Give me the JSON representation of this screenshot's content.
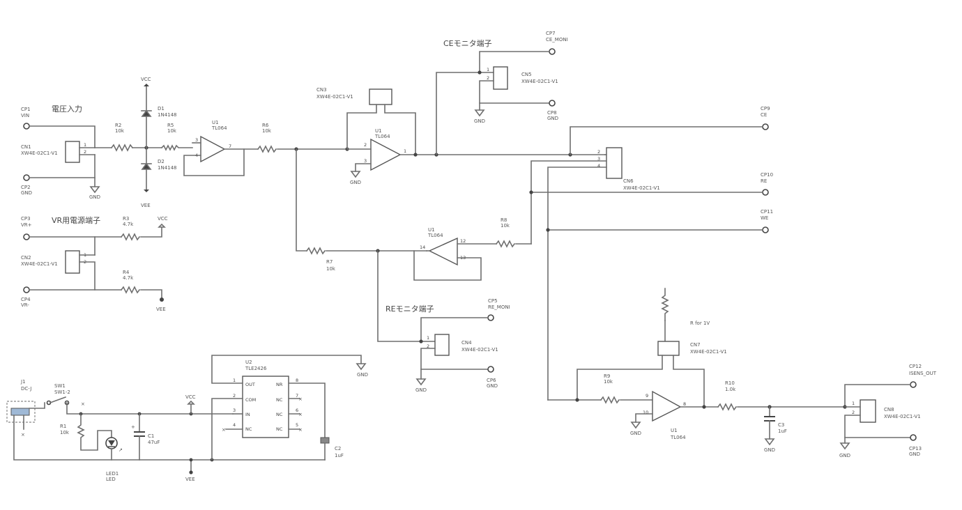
{
  "headings": {
    "voltage_input": "電圧入力",
    "vr_supply": "VR用電源端子",
    "ce_monitor": "CEモニタ端子",
    "re_monitor": "REモニタ端子",
    "r_for_1v": "R for 1V"
  },
  "testpoints": {
    "cp1": {
      "ref": "CP1",
      "net": "VIN"
    },
    "cp2": {
      "ref": "CP2",
      "net": "GND"
    },
    "cp3": {
      "ref": "CP3",
      "net": "VR+"
    },
    "cp4": {
      "ref": "CP4",
      "net": "VR-"
    },
    "cp5": {
      "ref": "CP5",
      "net": "RE_MONI"
    },
    "cp6": {
      "ref": "CP6",
      "net": "GND"
    },
    "cp7": {
      "ref": "CP7",
      "net": "CE_MONI"
    },
    "cp8": {
      "ref": "CP8",
      "net": "GND"
    },
    "cp9": {
      "ref": "CP9",
      "net": "CE"
    },
    "cp10": {
      "ref": "CP10",
      "net": "RE"
    },
    "cp11": {
      "ref": "CP11",
      "net": "WE"
    },
    "cp12": {
      "ref": "CP12",
      "net": "ISENS_OUT"
    },
    "cp13": {
      "ref": "CP13",
      "net": "GND"
    }
  },
  "connectors": {
    "cn1": {
      "ref": "CN1",
      "part": "XW4E-02C1-V1"
    },
    "cn2": {
      "ref": "CN2",
      "part": "XW4E-02C1-V1"
    },
    "cn3": {
      "ref": "CN3",
      "part": "XW4E-02C1-V1"
    },
    "cn4": {
      "ref": "CN4",
      "part": "XW4E-02C1-V1"
    },
    "cn5": {
      "ref": "CN5",
      "part": "XW4E-02C1-V1"
    },
    "cn6": {
      "ref": "CN6",
      "part": "XW4E-02C1-V1"
    },
    "cn7": {
      "ref": "CN7",
      "part": "XW4E-02C1-V1"
    },
    "cn8": {
      "ref": "CN8",
      "part": "XW4E-02C1-V1"
    }
  },
  "resistors": {
    "r1": {
      "ref": "R1",
      "value": "10k"
    },
    "r2": {
      "ref": "R2",
      "value": "10k"
    },
    "r3": {
      "ref": "R3",
      "value": "4.7k"
    },
    "r4": {
      "ref": "R4",
      "value": "4.7k"
    },
    "r5": {
      "ref": "R5",
      "value": "10k"
    },
    "r6": {
      "ref": "R6",
      "value": "10k"
    },
    "r7": {
      "ref": "R7",
      "value": "10k"
    },
    "r8": {
      "ref": "R8",
      "value": "10k"
    },
    "r9": {
      "ref": "R9",
      "value": "10k"
    },
    "r10": {
      "ref": "R10",
      "value": "1.0k"
    }
  },
  "diodes": {
    "d1": {
      "ref": "D1",
      "part": "1N4148"
    },
    "d2": {
      "ref": "D2",
      "part": "1N4148"
    }
  },
  "opamps": {
    "u1a": {
      "ref": "U1",
      "part": "TL064"
    },
    "u1b": {
      "ref": "U1",
      "part": "TL064"
    },
    "u1c": {
      "ref": "U1",
      "part": "TL064"
    },
    "u1d": {
      "ref": "U1",
      "part": "TL064"
    }
  },
  "u2": {
    "ref": "U2",
    "part": "TLE2426",
    "pins_left": [
      {
        "num": "1",
        "name": "OUT"
      },
      {
        "num": "2",
        "name": "COM"
      },
      {
        "num": "3",
        "name": "IN"
      },
      {
        "num": "4",
        "name": "NC"
      }
    ],
    "pins_right": [
      {
        "num": "8",
        "name": "NR"
      },
      {
        "num": "7",
        "name": "NC"
      },
      {
        "num": "6",
        "name": "NC"
      },
      {
        "num": "5",
        "name": "NC"
      }
    ]
  },
  "caps": {
    "c1": {
      "ref": "C1",
      "value": "47uF"
    },
    "c2": {
      "ref": "C2",
      "value": "1uF"
    },
    "c3": {
      "ref": "C3",
      "value": "1uF"
    }
  },
  "misc": {
    "j1": {
      "ref": "J1",
      "part": "DC-J"
    },
    "sw1": {
      "ref": "SW1",
      "part": "SW1-2"
    },
    "led1": {
      "ref": "LED1",
      "part": "LED"
    }
  },
  "rails": {
    "vcc": "VCC",
    "vee": "VEE",
    "gnd": "GND"
  }
}
